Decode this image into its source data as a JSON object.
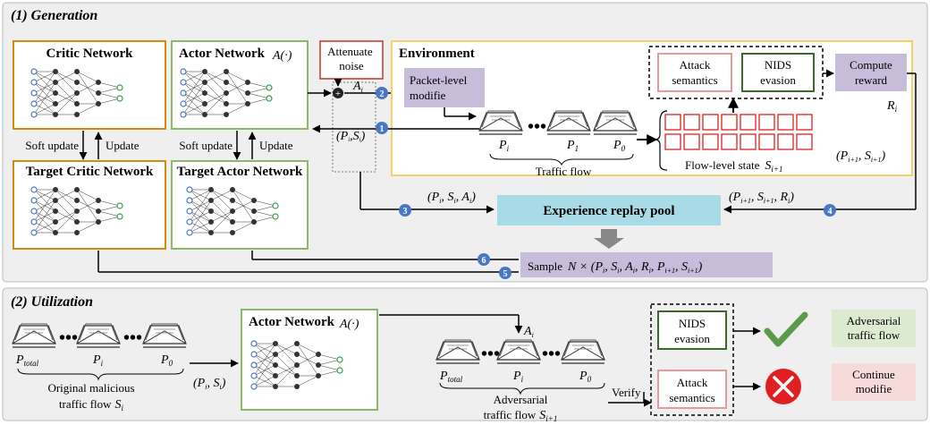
{
  "sections": {
    "generation": "(1) Generation",
    "utilization": "(2) Utilization"
  },
  "colors": {
    "panel_bg": "#efefef",
    "critic_border": "#d48a0a",
    "actor_border": "#8db86a",
    "env_border": "#f2d36b",
    "replay_fill": "#a9dbe7",
    "purple_fill": "#c7bcd9",
    "badge_blue": "#4a77c4",
    "red": "#e02020",
    "green_check": "#5a9a4a",
    "adv_fill": "#dcebd0",
    "continue_fill": "#f7dada"
  },
  "generation": {
    "critic": "Critic Network",
    "actor": "Actor Network",
    "actor_fn": "A(·)",
    "target_critic": "Target Critic Network",
    "target_actor": "Target Actor Network",
    "soft_update_1": "Soft update",
    "update_1": "Update",
    "soft_update_2": "Soft update",
    "update_2": "Update",
    "attenuate": "Attenuate noise",
    "ai": "A",
    "pisi": "(P",
    "environment": "Environment",
    "packet_level": "Packet-level modifie",
    "attack_semantics": "Attack semantics",
    "nids_evasion": "NIDS evasion",
    "compute_reward": "Compute reward",
    "ri": "R",
    "traffic_flow": "Traffic flow",
    "flow_state": "Flow-level state",
    "replay_pool": "Experience replay pool",
    "sample": "Sample",
    "badges": [
      "1",
      "2",
      "3",
      "4",
      "5",
      "6"
    ]
  },
  "utilization": {
    "actor": "Actor Network",
    "actor_fn": "A(·)",
    "original_flow_1": "Original malicious",
    "original_flow_2": "traffic flow",
    "adversarial_flow_1": "Adversarial",
    "adversarial_flow_2": "traffic flow",
    "verify": "Verify",
    "nids_evasion": "NIDS evasion",
    "attack_semantics": "Attack semantics",
    "adversarial_label": "Adversarial traffic flow",
    "continue_label": "Continue modifie"
  }
}
